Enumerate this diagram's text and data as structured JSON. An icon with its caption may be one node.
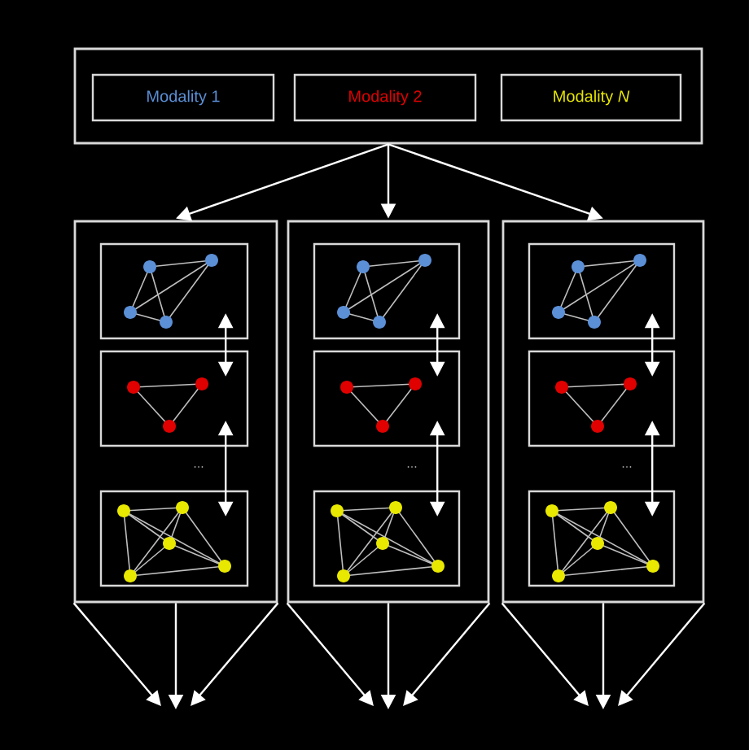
{
  "diagram": {
    "nodes": [
      {
        "text": [],
        "shape": "box"
      },
      {
        "text": [
          "Modality 1"
        ],
        "in": 0
      },
      {
        "text": [
          "Modality 2"
        ],
        "in": 0
      },
      {
        "text": [
          "Modality *N*"
        ],
        "in": 0
      },
      {
        "text": [],
        "shape": "box"
      },
      {
        "text": [],
        "shape": "picture",
        "in": 4
      },
      {
        "text": [],
        "shape": "picture",
        "in": 4
      },
      {
        "text": [],
        "shape": "picture",
        "in": 4
      },
      {
        "text": [],
        "shape": "box"
      },
      {
        "text": [],
        "shape": "picture",
        "in": 8
      },
      {
        "text": [],
        "shape": "picture",
        "in": 8
      },
      {
        "text": [],
        "shape": "picture",
        "in": 8
      },
      {
        "text": [],
        "shape": "box"
      },
      {
        "text": [],
        "shape": "picture",
        "in": 12
      },
      {
        "text": [],
        "shape": "picture",
        "in": 12
      },
      {
        "text": [],
        "shape": "picture",
        "in": 12
      }
    ],
    "edges": [
      {
        "from": 0,
        "to": 4,
        "arrow": "to"
      },
      {
        "from": 0,
        "to": 8,
        "arrow": "to"
      },
      {
        "from": 0,
        "to": 12,
        "arrow": "to"
      },
      {
        "from": 5,
        "to": 6,
        "arrow": "both"
      },
      {
        "from": 6,
        "to": 7,
        "arrow": "both"
      },
      {
        "from": 9,
        "to": 10,
        "arrow": "both"
      },
      {
        "from": 10,
        "to": 11,
        "arrow": "both"
      },
      {
        "from": 13,
        "to": 14,
        "arrow": "both"
      },
      {
        "from": 14,
        "to": 15,
        "arrow": "both"
      },
      {
        "from": 4,
        "to": null,
        "arrow": "to"
      },
      {
        "from": 4,
        "to": null,
        "arrow": "to"
      },
      {
        "from": 4,
        "to": null,
        "arrow": "to"
      },
      {
        "from": 8,
        "to": null,
        "arrow": "to"
      },
      {
        "from": 8,
        "to": null,
        "arrow": "to"
      },
      {
        "from": 8,
        "to": null,
        "arrow": "to"
      },
      {
        "from": 12,
        "to": null,
        "arrow": "to"
      },
      {
        "from": 12,
        "to": null,
        "arrow": "to"
      },
      {
        "from": 12,
        "to": null,
        "arrow": "to"
      }
    ],
    "labels": [
      "...",
      "...",
      "..."
    ]
  }
}
